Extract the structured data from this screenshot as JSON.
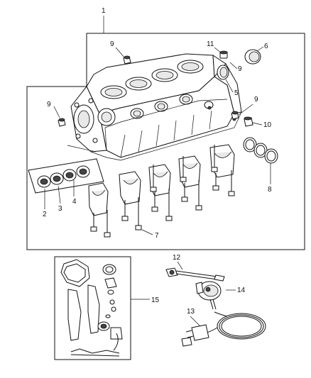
{
  "callouts": {
    "c1": "1",
    "c2": "2",
    "c3": "3",
    "c4": "4",
    "c5": "5",
    "c6": "6",
    "c7": "7",
    "c8": "8",
    "c9a": "9",
    "c9b": "9",
    "c9c": "9",
    "c9d": "9",
    "c10": "10",
    "c11": "11",
    "c12": "12",
    "c13": "13",
    "c14": "14",
    "c15": "15"
  }
}
